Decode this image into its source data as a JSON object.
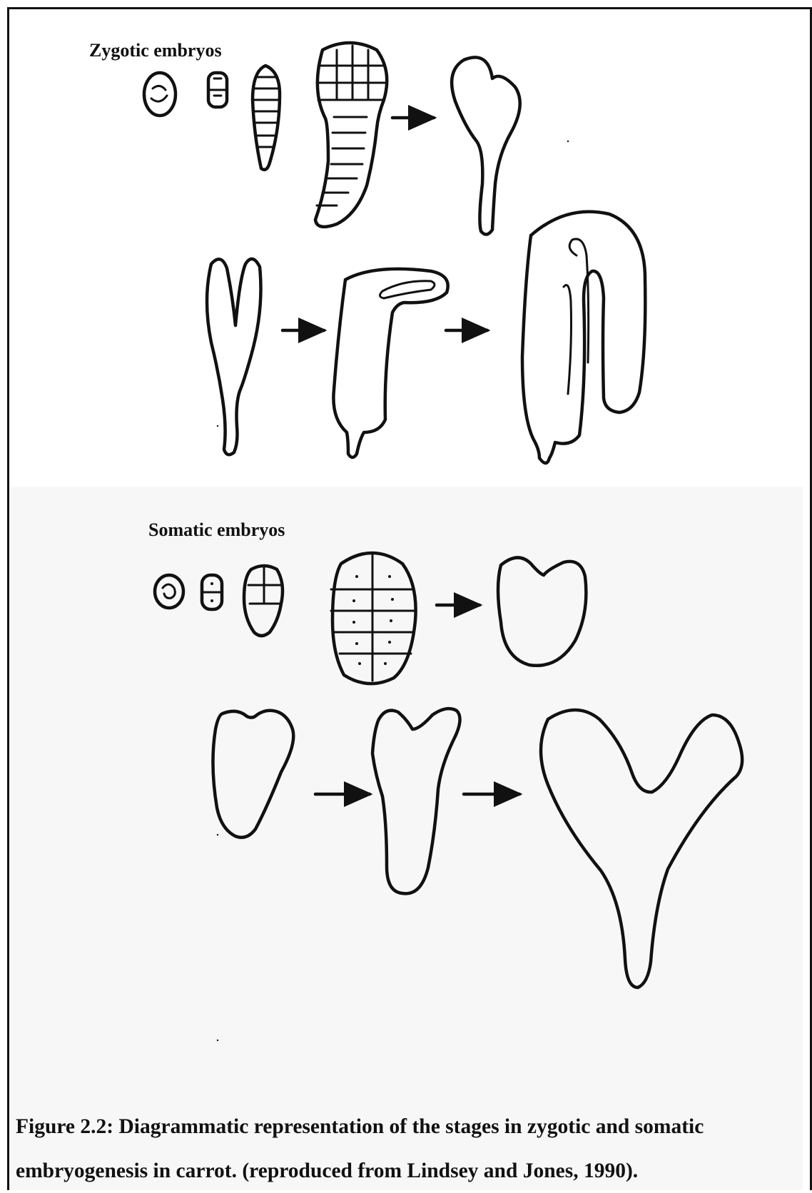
{
  "figure": {
    "zygotic_label": "Zygotic embryos",
    "somatic_label": "Somatic embryos",
    "caption_line1": "Figure 2.2: Diagrammatic representation of the stages in zygotic and somatic",
    "caption_line2": "embryogenesis in carrot. (reproduced from Lindsey and Jones, 1990)."
  },
  "colors": {
    "line": "#111111",
    "upper_background": "#ffffff",
    "lower_background": "#f7f7f7"
  }
}
